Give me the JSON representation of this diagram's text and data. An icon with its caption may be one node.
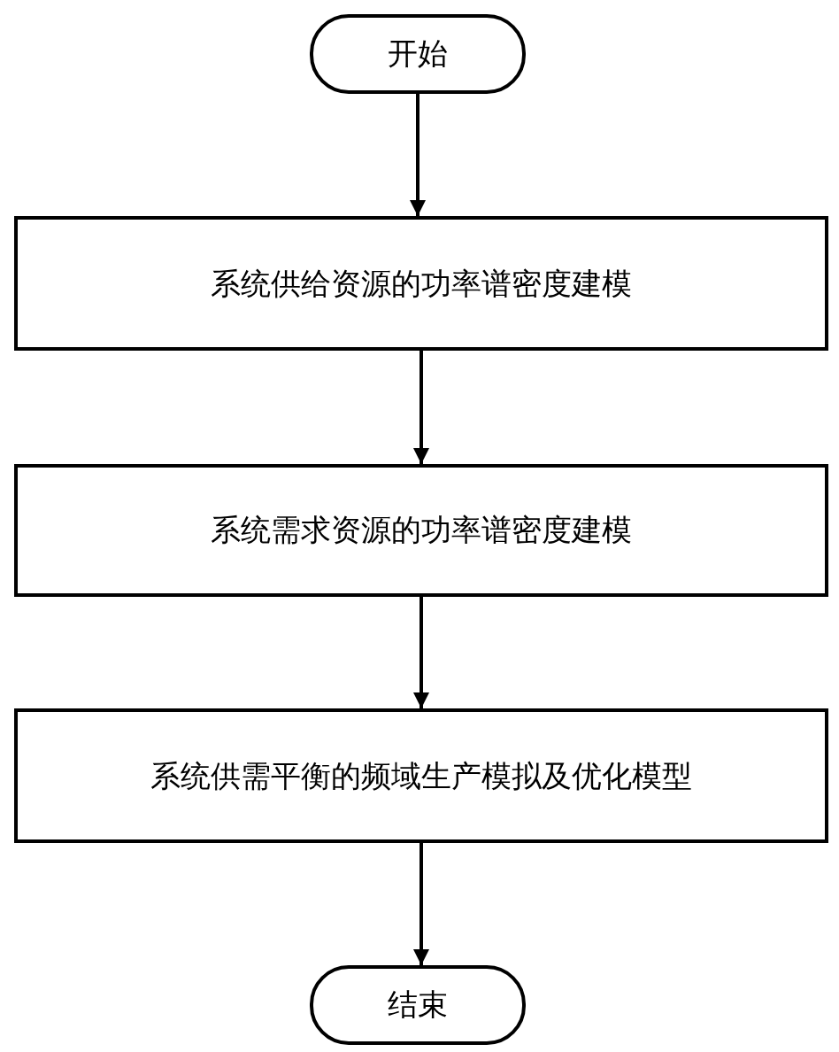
{
  "diagram": {
    "nodes": [
      {
        "text": [
          "开始"
        ]
      },
      {
        "text": [
          "系统供给资源的功率谱密度建模"
        ]
      },
      {
        "text": [
          "系统需求资源的功率谱密度建模"
        ]
      },
      {
        "text": [
          "系统供需平衡的频域生产模拟及优化模型"
        ]
      },
      {
        "text": [
          "结束"
        ]
      }
    ],
    "edges": [
      {
        "from": 0,
        "to": 1,
        "arrow": "to"
      },
      {
        "from": 1,
        "to": 2,
        "arrow": "to"
      },
      {
        "from": 2,
        "to": 3,
        "arrow": "to"
      },
      {
        "from": 3,
        "to": 4,
        "arrow": "to"
      }
    ]
  }
}
